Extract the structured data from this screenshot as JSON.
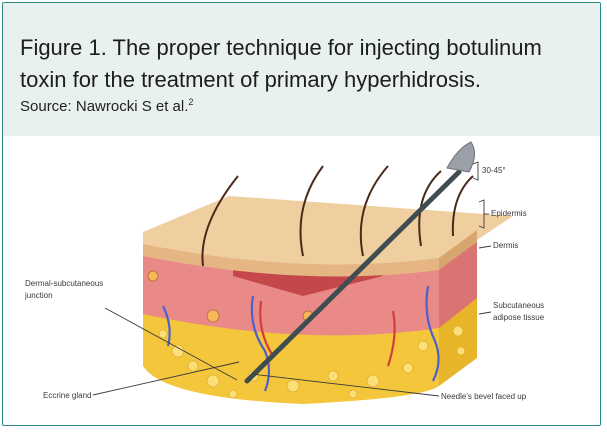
{
  "figure": {
    "title": "Figure 1. The proper technique for injecting botulinum toxin for the treatment of primary hyperhidrosis.",
    "source_prefix": "Source: Nawrocki S et al.",
    "source_ref": "2"
  },
  "labels": {
    "angle": "30-45°",
    "epidermis": "Epidermis",
    "dermis": "Dermis",
    "subcutaneous_line1": "Subcutaneous",
    "subcutaneous_line2": "adipose tissue",
    "junction_line1": "Dermal-subcutaneous",
    "junction_line2": "junction",
    "eccrine": "Eccrine gland",
    "bevel": "Needle's bevel faced up"
  },
  "colors": {
    "border": "#2e8a86",
    "header_bg": "#e8f0f0",
    "epidermis": "#efcfa0",
    "dermis": "#e98a88",
    "fat": "#f3c63b",
    "needle": "#3f4d50"
  }
}
